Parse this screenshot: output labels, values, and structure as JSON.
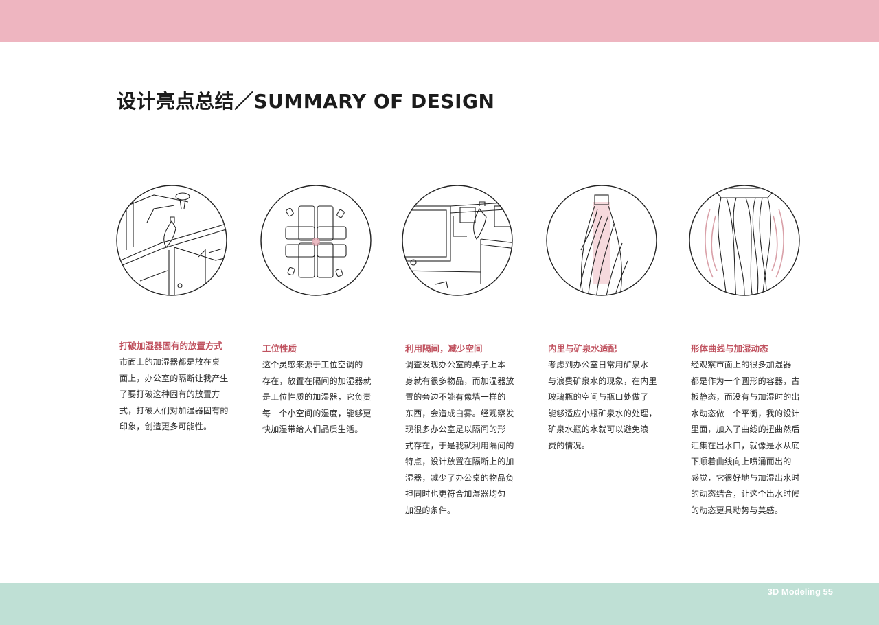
{
  "header": {
    "title": "设计亮点总结／SUMMARY OF DESIGN"
  },
  "colors": {
    "top_band": "#eeb5c0",
    "bottom_band": "#bfe0d5",
    "accent": "#c0525f",
    "highlight": "#e6aab4"
  },
  "sections": [
    {
      "title": "打破加湿器固有的放置方式",
      "body": "市面上的加湿器都是放在桌\n面上，办公室的隔断让我产生\n了要打破这种固有的放置方\n式，打破人们对加湿器固有的\n印象，创造更多可能性。",
      "icon": "office-desk-partition-illustration"
    },
    {
      "title": "工位性质",
      "body": "这个灵感来源于工位空调的\n存在，放置在隔间的加湿器就\n是工位性质的加湿器，它负责\n每一个小空间的湿度，能够更\n快加湿带给人们品质生活。",
      "icon": "workstation-layout-illustration"
    },
    {
      "title": "利用隔间，减少空间",
      "body": "调查发现办公室的桌子上本\n身就有很多物品，而加湿器放\n置的旁边不能有像墙一样的\n东西，会造成白雾。经观察发\n现很多办公室是以隔间的形\n式存在，于是我就利用隔间的\n特点，设计放置在隔断上的加\n湿器，减少了办公桌的物品负\n担同时也更符合加湿器均匀\n加湿的条件。",
      "icon": "partition-humidifier-illustration"
    },
    {
      "title": "内里与矿泉水适配",
      "body": "考虑到办公室日常用矿泉水\n与浪费矿泉水的现象，在内里\n玻璃瓶的空间与瓶口处做了\n能够适应小瓶矿泉水的处理，\n矿泉水瓶的水就可以避免浪\n费的情况。",
      "icon": "water-bottle-fit-illustration"
    },
    {
      "title": "形体曲线与加湿动态",
      "body": "经观察市面上的很多加湿器\n都是作为一个圆形的容器，古\n板静态，而没有与加湿时的出\n水动态做一个平衡，我的设计\n里面，加入了曲线的扭曲然后\n汇集在出水口，就像是水从底\n下顺着曲线向上喷涌而出的\n感觉，它很好地与加湿出水时\n的动态结合，让这个出水时候\n的动态更具动势与美感。",
      "icon": "form-curve-illustration"
    }
  ],
  "footer": {
    "page_label": "3D Modeling 55"
  }
}
